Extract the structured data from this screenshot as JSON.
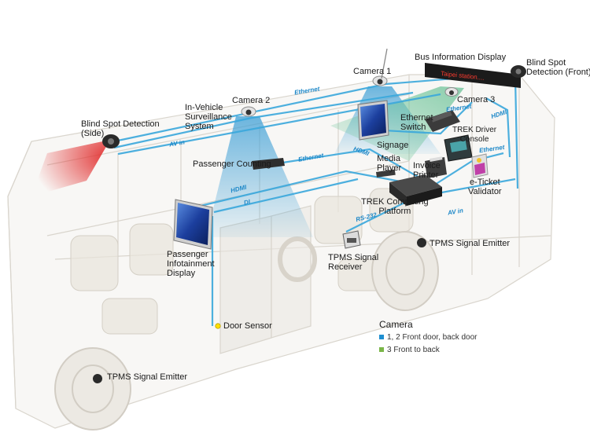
{
  "colors": {
    "cable": "#3aa8dc",
    "wire_text": "#1e88c8",
    "camera_blue_cone": "#3d9fd6",
    "camera_green_cone": "#6fc49a",
    "blind_spot_red": "#e12a2a",
    "display_text_red": "#ff3b2f",
    "door_sensor_yellow": "#ffe000",
    "legend_blue": "#1f8fd1",
    "legend_green": "#7ab648"
  },
  "labels": {
    "bus_info_display": "Bus Information Display",
    "bus_display_text": "Taipei station....",
    "camera1": "Camera 1",
    "camera2": "Camera 2",
    "camera3": "Camera 3",
    "blind_front": "Blind Spot\nDetection (Front)",
    "blind_side": "Blind Spot Detection\n(Side)",
    "in_vehicle": "In-Vehicle\nSurveillance\nSystem",
    "ethernet_switch": "Ethernet\nSwitch",
    "trek_driver": "TREK Driver\nConsole",
    "signage": "Signage",
    "media_player": "Media\nPlayer",
    "invoice_printer": "Invoice\nPrinter",
    "eticket": "e-Ticket\nValidator",
    "passenger_counting": "Passenger Counting",
    "trek_computing": "TREK Computing\nPlatform",
    "passenger_infotainment": "Passenger\nInfotainment\nDisplay",
    "tpms_receiver": "TPMS Signal\nReceiver",
    "tpms_emitter_right": "TPMS Signal Emitter",
    "tpms_emitter_left": "TPMS Signal Emitter",
    "door_sensor": "Door Sensor"
  },
  "wires": {
    "ethernet_top": "Ethernet",
    "ethernet_right": "Ethernet",
    "ethernet_mid": "Ethernet",
    "ethernet_console": "Ethernet",
    "hdmi_right": "HDMI",
    "hdmi_signage": "HDMI",
    "hdmi_left": "HDMI",
    "av_in_left": "AV in",
    "av_in_right": "AV in",
    "di": "DI",
    "rs232": "RS-232"
  },
  "legend": {
    "title": "Camera",
    "items": [
      {
        "text": "1, 2 Front door, back door",
        "color": "#1f8fd1"
      },
      {
        "text": "3 Front to back",
        "color": "#7ab648"
      }
    ]
  }
}
